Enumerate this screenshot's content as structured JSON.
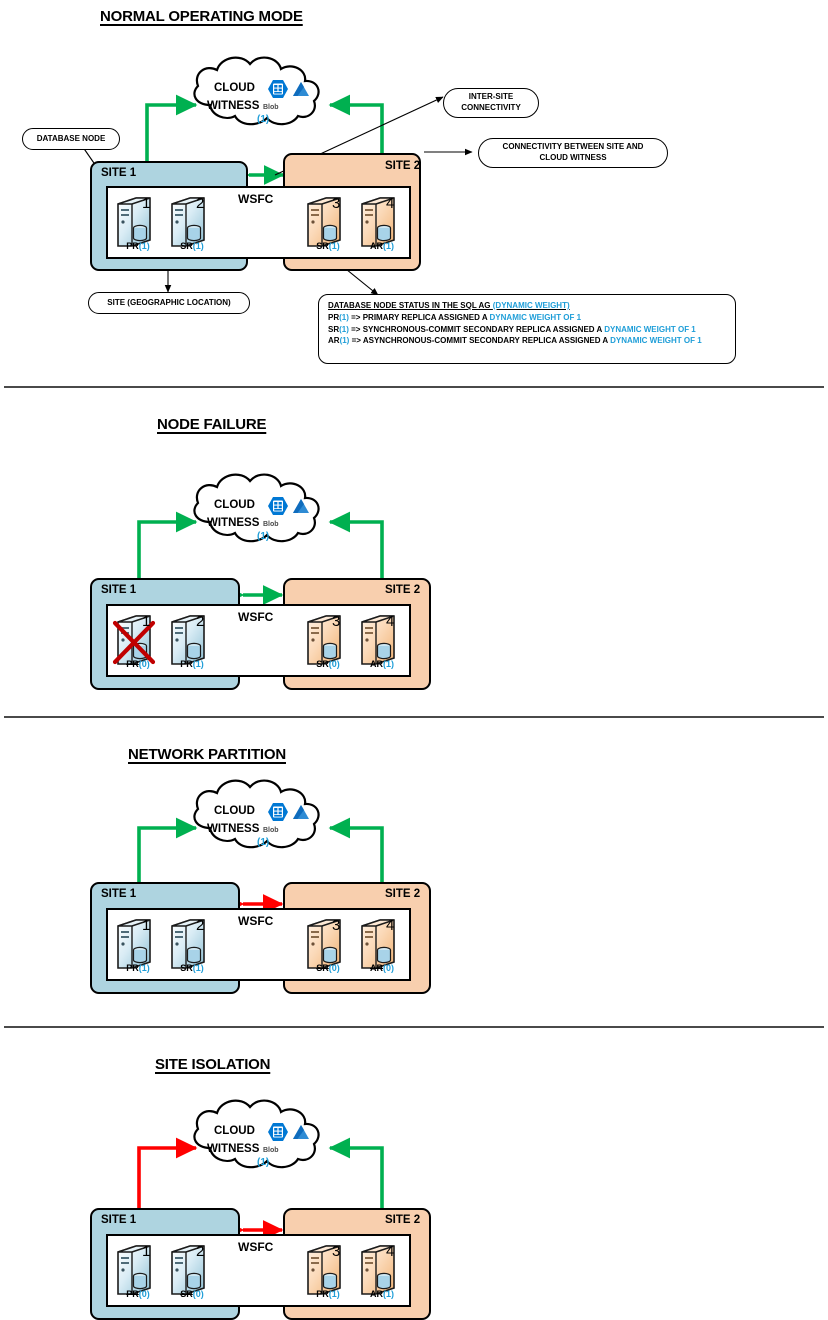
{
  "page": {
    "title_normal": "NORMAL OPERATING MODE",
    "title_node_failure": "NODE FAILURE",
    "title_network_partition": "NETWORK PARTITION",
    "title_site_isolation": "SITE ISOLATION"
  },
  "colors": {
    "site1_fill": "#aed4e0",
    "site2_fill": "#f8cfae",
    "link_ok": "#00b050",
    "link_broken": "#ff0000",
    "weight_text": "#1f9ed8",
    "azure_blue": "#0078d4"
  },
  "cloud": {
    "line1": "CLOUD",
    "line2": "WITNESS",
    "weight": "(1)",
    "blob_label": "Blob",
    "icon_blob": "azure-blob-storage-icon",
    "icon_azure": "azure-logo-icon"
  },
  "labels": {
    "site1": "SITE 1",
    "site2": "SITE 2",
    "wsfc": "WSFC"
  },
  "callouts": {
    "database_node": "DATABASE NODE",
    "site_geo": "SITE (GEOGRAPHIC LOCATION)",
    "inter_site": "INTER-SITE\nCONNECTIVITY",
    "inter_site_l1": "INTER-SITE",
    "inter_site_l2": "CONNECTIVITY",
    "site_witness_l1": "CONNECTIVITY BETWEEN SITE AND",
    "site_witness_l2": "CLOUD WITNESS"
  },
  "legend": {
    "title_a": "DATABASE NODE STATUS IN THE SQL AG ",
    "title_b": "(DYNAMIC WEIGHT)",
    "rows": [
      {
        "code": "PR",
        "w": "(1)",
        "arrow": " => ",
        "text_a": "PRIMARY REPLICA ASSIGNED A ",
        "text_b": "DYNAMIC WEIGHT OF 1"
      },
      {
        "code": "SR",
        "w": "(1)",
        "arrow": " => ",
        "text_a": "SYNCHRONOUS-COMMIT SECONDARY REPLICA ASSIGNED A ",
        "text_b": "DYNAMIC WEIGHT OF 1"
      },
      {
        "code": "AR",
        "w": "(1)",
        "arrow": " => ",
        "text_a": "ASYNCHRONOUS-COMMIT SECONDARY REPLICA ASSIGNED A ",
        "text_b": "DYNAMIC WEIGHT OF 1"
      }
    ]
  },
  "scenarios": {
    "normal": {
      "witness_link_site1": "#00b050",
      "witness_link_site2": "#00b050",
      "intersite_link": "#00b050",
      "nodes": [
        {
          "num": "1",
          "role": "PR",
          "weight": "(1)",
          "site": 1,
          "failed": false,
          "struck": false
        },
        {
          "num": "2",
          "role": "SR",
          "weight": "(1)",
          "site": 1,
          "failed": false,
          "struck": false
        },
        {
          "num": "3",
          "role": "SR",
          "weight": "(1)",
          "site": 2,
          "failed": false,
          "struck": false
        },
        {
          "num": "4",
          "role": "AR",
          "weight": "(1)",
          "site": 2,
          "failed": false,
          "struck": false
        }
      ]
    },
    "node_failure": {
      "witness_link_site1": "#00b050",
      "witness_link_site2": "#00b050",
      "intersite_link": "#00b050",
      "nodes": [
        {
          "num": "1",
          "role": "PR",
          "weight": "(0)",
          "site": 1,
          "failed": true,
          "struck": true
        },
        {
          "num": "2",
          "role": "PR",
          "weight": "(1)",
          "site": 1,
          "failed": false,
          "struck": false
        },
        {
          "num": "3",
          "role": "SR",
          "weight": "(0)",
          "site": 2,
          "failed": false,
          "struck": false
        },
        {
          "num": "4",
          "role": "AR",
          "weight": "(1)",
          "site": 2,
          "failed": false,
          "struck": false
        }
      ]
    },
    "network_partition": {
      "witness_link_site1": "#00b050",
      "witness_link_site2": "#00b050",
      "intersite_link": "#ff0000",
      "nodes": [
        {
          "num": "1",
          "role": "PR",
          "weight": "(1)",
          "site": 1,
          "failed": false,
          "struck": false
        },
        {
          "num": "2",
          "role": "SR",
          "weight": "(1)",
          "site": 1,
          "failed": false,
          "struck": false
        },
        {
          "num": "3",
          "role": "SR",
          "weight": "(0)",
          "site": 2,
          "failed": false,
          "struck": true
        },
        {
          "num": "4",
          "role": "AR",
          "weight": "(0)",
          "site": 2,
          "failed": false,
          "struck": true
        }
      ]
    },
    "site_isolation": {
      "witness_link_site1": "#ff0000",
      "witness_link_site2": "#00b050",
      "intersite_link": "#ff0000",
      "nodes": [
        {
          "num": "1",
          "role": "PR",
          "weight": "(0)",
          "site": 1,
          "failed": false,
          "struck": true
        },
        {
          "num": "2",
          "role": "SR",
          "weight": "(0)",
          "site": 1,
          "failed": false,
          "struck": true
        },
        {
          "num": "3",
          "role": "PR",
          "weight": "(1)",
          "site": 2,
          "failed": false,
          "struck": false
        },
        {
          "num": "4",
          "role": "AR",
          "weight": "(1)",
          "site": 2,
          "failed": false,
          "struck": false
        }
      ]
    }
  }
}
